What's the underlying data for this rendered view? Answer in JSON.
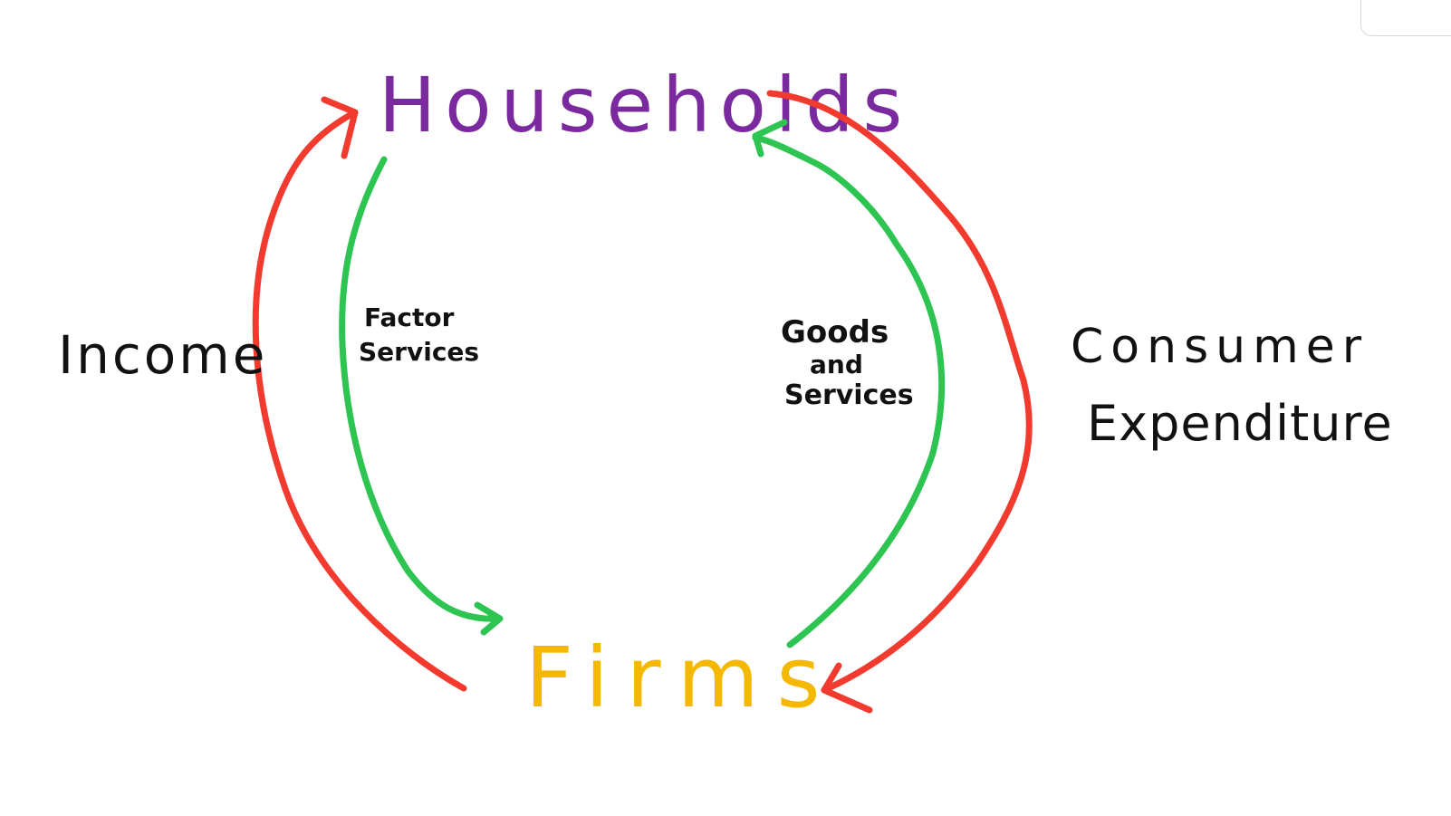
{
  "nodes": {
    "households": {
      "label": "Households",
      "color": "#7a2a9e"
    },
    "firms": {
      "label": "Firms",
      "color": "#f5b800"
    }
  },
  "flows": {
    "income": {
      "label": "Income",
      "color": "#f23a2e"
    },
    "factor_services": {
      "line1": "Factor",
      "line2": "Services",
      "color": "#2ec452"
    },
    "goods_and_services": {
      "line1": "Goods",
      "line2": "and",
      "line3": "Services",
      "color": "#2ec452"
    },
    "consumer_expenditure": {
      "line1": "Consumer",
      "line2": "Expenditure",
      "color": "#f23a2e"
    }
  }
}
